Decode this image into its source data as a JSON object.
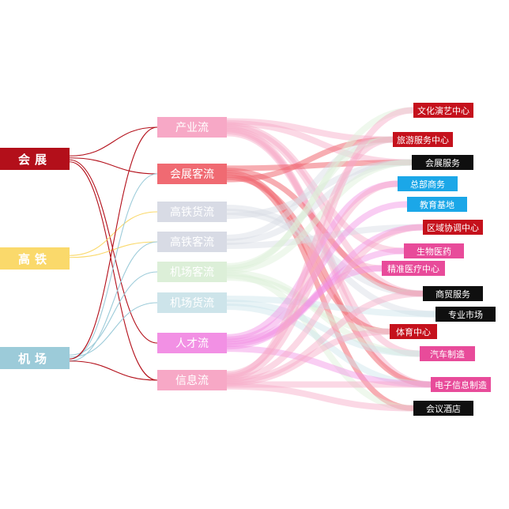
{
  "colors": {
    "crimson": "#b30f1a",
    "yellow": "#fad96b",
    "teal": "#9ccbd9",
    "pink": "#f7a8c6",
    "salmon": "#f06a72",
    "grey": "#d8dbe5",
    "mint": "#dcefd8",
    "lightblue": "#cde4ea",
    "magenta": "#f290e4",
    "black": "#0f0f0f",
    "blue": "#1ba7e8",
    "pink_dark": "#e84b9a",
    "red": "#c5111c"
  },
  "sources": [
    {
      "id": "s1",
      "label": "会展",
      "color": "#b30f1a",
      "text_color": "#ffffff"
    },
    {
      "id": "s2",
      "label": "高铁",
      "color": "#fad96b",
      "text_color": "#ffffff"
    },
    {
      "id": "s3",
      "label": "机场",
      "color": "#9ccbd9",
      "text_color": "#ffffff"
    }
  ],
  "mids": [
    {
      "id": "m1",
      "label": "产业流",
      "color": "#f7a8c6",
      "flow": "#f7a8c6"
    },
    {
      "id": "m2",
      "label": "会展客流",
      "color": "#f06a72",
      "flow": "#f06a72"
    },
    {
      "id": "m3",
      "label": "高铁货流",
      "color": "#d8dbe5",
      "flow": "#d8dbe5"
    },
    {
      "id": "m4",
      "label": "高铁客流",
      "color": "#d8dbe5",
      "flow": "#d8dbe5"
    },
    {
      "id": "m5",
      "label": "机场客流",
      "color": "#dcefd8",
      "flow": "#dcefd8"
    },
    {
      "id": "m6",
      "label": "机场货流",
      "color": "#cde4ea",
      "flow": "#cde4ea"
    },
    {
      "id": "m7",
      "label": "人才流",
      "color": "#f290e4",
      "flow": "#f290e4"
    },
    {
      "id": "m8",
      "label": "信息流",
      "color": "#f7a8c6",
      "flow": "#f7a8c6"
    }
  ],
  "targets": [
    {
      "id": "t1",
      "label": "文化演艺中心",
      "color": "#c5111c"
    },
    {
      "id": "t2",
      "label": "旅游服务中心",
      "color": "#c5111c"
    },
    {
      "id": "t3",
      "label": "会展服务",
      "color": "#0f0f0f"
    },
    {
      "id": "t4",
      "label": "总部商务",
      "color": "#1ba7e8"
    },
    {
      "id": "t5",
      "label": "教育基地",
      "color": "#1ba7e8"
    },
    {
      "id": "t6",
      "label": "区域协调中心",
      "color": "#c5111c"
    },
    {
      "id": "t7",
      "label": "生物医药",
      "color": "#e84b9a"
    },
    {
      "id": "t8",
      "label": "精准医疗中心",
      "color": "#e84b9a"
    },
    {
      "id": "t9",
      "label": "商贸服务",
      "color": "#0f0f0f"
    },
    {
      "id": "t10",
      "label": "专业市场",
      "color": "#0f0f0f"
    },
    {
      "id": "t11",
      "label": "体育中心",
      "color": "#c5111c"
    },
    {
      "id": "t12",
      "label": "汽车制造",
      "color": "#e84b9a"
    },
    {
      "id": "t13",
      "label": "电子信息制造",
      "color": "#e84b9a"
    },
    {
      "id": "t14",
      "label": "会议酒店",
      "color": "#0f0f0f"
    }
  ],
  "links_source_mid": [
    {
      "from": "s1",
      "to": "m1",
      "color": "#b30f1a"
    },
    {
      "from": "s1",
      "to": "m2",
      "color": "#b30f1a"
    },
    {
      "from": "s1",
      "to": "m7",
      "color": "#b30f1a"
    },
    {
      "from": "s1",
      "to": "m8",
      "color": "#b30f1a"
    },
    {
      "from": "s2",
      "to": "m3",
      "color": "#fad96b"
    },
    {
      "from": "s2",
      "to": "m4",
      "color": "#fad96b"
    },
    {
      "from": "s3",
      "to": "m2",
      "color": "#9ccbd9"
    },
    {
      "from": "s3",
      "to": "m4",
      "color": "#9ccbd9"
    },
    {
      "from": "s3",
      "to": "m5",
      "color": "#9ccbd9"
    },
    {
      "from": "s3",
      "to": "m6",
      "color": "#9ccbd9"
    },
    {
      "from": "s3",
      "to": "m1",
      "color": "#b30f1a"
    },
    {
      "from": "s3",
      "to": "m8",
      "color": "#b30f1a"
    }
  ],
  "links_mid_target": [
    {
      "from": "m1",
      "to": "t2"
    },
    {
      "from": "m1",
      "to": "t3"
    },
    {
      "from": "m1",
      "to": "t7"
    },
    {
      "from": "m1",
      "to": "t9"
    },
    {
      "from": "m1",
      "to": "t12"
    },
    {
      "from": "m1",
      "to": "t13"
    },
    {
      "from": "m1",
      "to": "t8"
    },
    {
      "from": "m2",
      "to": "t3"
    },
    {
      "from": "m2",
      "to": "t9"
    },
    {
      "from": "m2",
      "to": "t11"
    },
    {
      "from": "m2",
      "to": "t14"
    },
    {
      "from": "m2",
      "to": "t13"
    },
    {
      "from": "m2",
      "to": "t2"
    },
    {
      "from": "m3",
      "to": "t9"
    },
    {
      "from": "m3",
      "to": "t10"
    },
    {
      "from": "m3",
      "to": "t3"
    },
    {
      "from": "m4",
      "to": "t2"
    },
    {
      "from": "m4",
      "to": "t3"
    },
    {
      "from": "m4",
      "to": "t6"
    },
    {
      "from": "m5",
      "to": "t1"
    },
    {
      "from": "m5",
      "to": "t2"
    },
    {
      "from": "m5",
      "to": "t3"
    },
    {
      "from": "m5",
      "to": "t11"
    },
    {
      "from": "m5",
      "to": "t14"
    },
    {
      "from": "m5",
      "to": "t12"
    },
    {
      "from": "m6",
      "to": "t10"
    },
    {
      "from": "m6",
      "to": "t12"
    },
    {
      "from": "m6",
      "to": "t13"
    },
    {
      "from": "m7",
      "to": "t4"
    },
    {
      "from": "m7",
      "to": "t5"
    },
    {
      "from": "m7",
      "to": "t6"
    },
    {
      "from": "m7",
      "to": "t7"
    },
    {
      "from": "m7",
      "to": "t8"
    },
    {
      "from": "m7",
      "to": "t13"
    },
    {
      "from": "m8",
      "to": "t1"
    },
    {
      "from": "m8",
      "to": "t2"
    },
    {
      "from": "m8",
      "to": "t4"
    },
    {
      "from": "m8",
      "to": "t6"
    },
    {
      "from": "m8",
      "to": "t9"
    },
    {
      "from": "m8",
      "to": "t11"
    },
    {
      "from": "m8",
      "to": "t13"
    },
    {
      "from": "m8",
      "to": "t14"
    }
  ]
}
